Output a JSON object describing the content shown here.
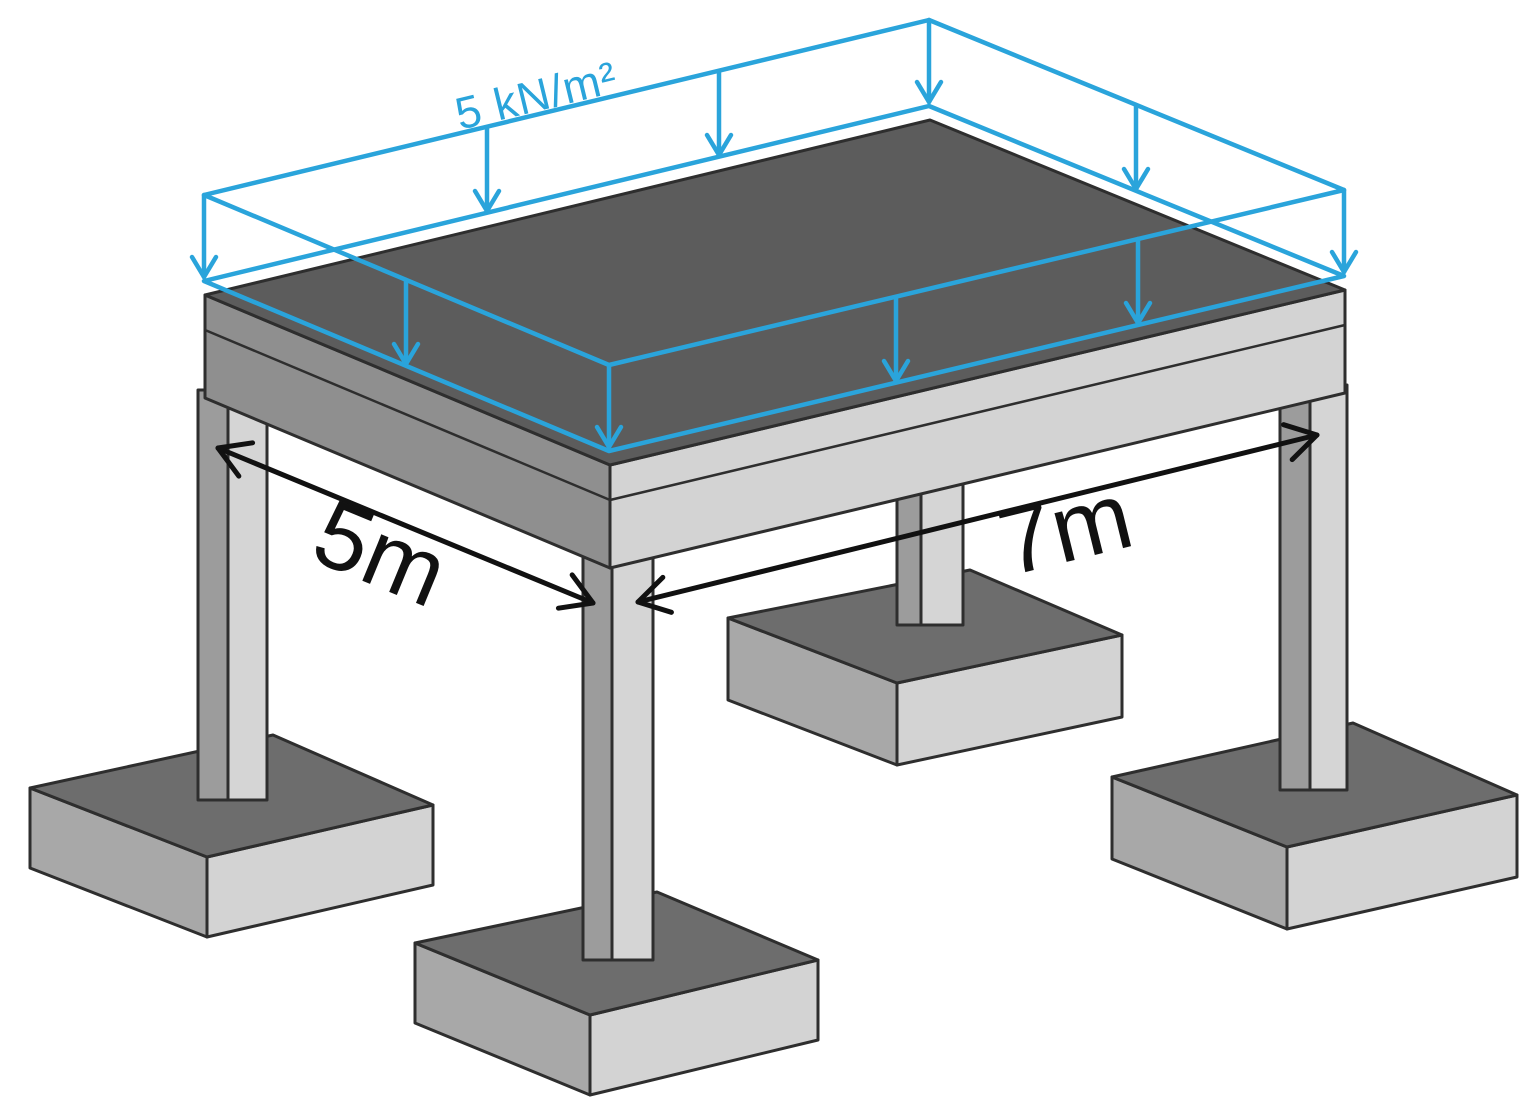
{
  "load": {
    "label": "5 kN/m²"
  },
  "dimensions": {
    "span_left_label": "5m",
    "span_right_label": "7m"
  },
  "colors": {
    "load_accent": "#2AA4DB",
    "dimension": "#111111",
    "outline": "#2E2E2E",
    "slab_top": "#5C5C5C",
    "fascia_left": "#8F8F8F",
    "fascia_right": "#D3D3D3",
    "column_left": "#9C9C9C",
    "column_right": "#D5D5D5",
    "footing_top": "#6D6D6D",
    "footing_left": "#A8A8A8",
    "footing_right": "#D3D3D3",
    "background": "#FFFFFF"
  }
}
